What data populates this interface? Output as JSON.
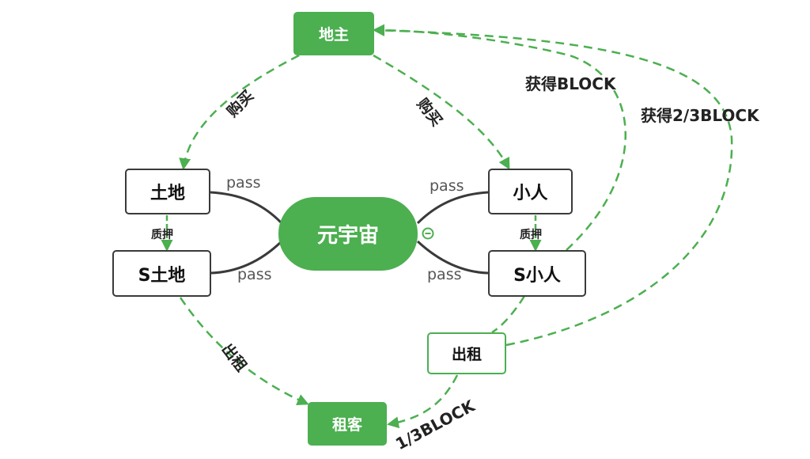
{
  "colors": {
    "accent": "#4caf50",
    "line": "#3a3a3a",
    "text": "#222222"
  },
  "nodes": {
    "landlord": "地主",
    "land": "土地",
    "s_land": "S土地",
    "metaverse": "元宇宙",
    "person": "小人",
    "s_person": "S小人",
    "rent_out": "出租",
    "tenant": "租客"
  },
  "edges": {
    "buy_left": "购买",
    "buy_right": "购买",
    "pledge_left": "质押",
    "pledge_right": "质押",
    "rent_edge": "出租",
    "pass_1": "pass",
    "pass_2": "pass",
    "pass_3": "pass",
    "pass_4": "pass",
    "get_block": "获得BLOCK",
    "get_two_thirds": "获得2/3BLOCK",
    "one_third": "1/3BLOCK"
  },
  "icons": {
    "collapse": "collapse-circle-icon"
  }
}
